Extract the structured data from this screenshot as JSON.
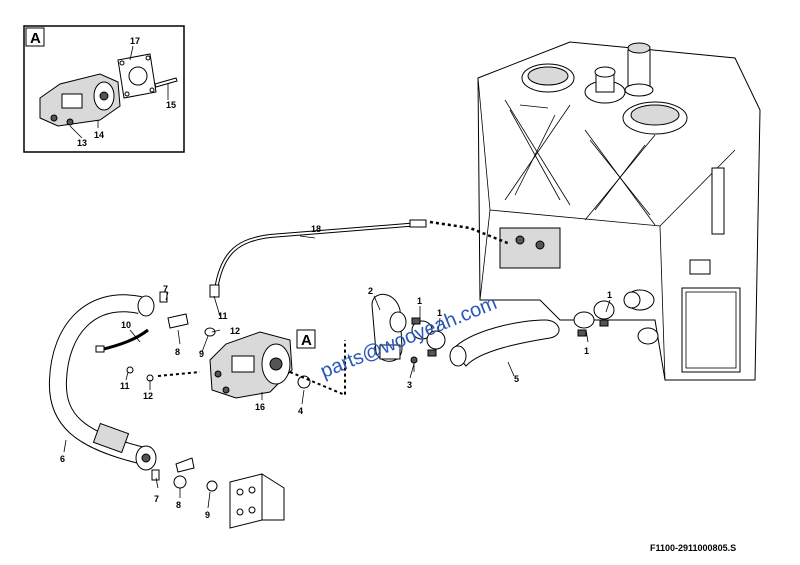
{
  "drawing_ref": "F1100-2911000805.S",
  "watermark": "parts@wooyeah.com",
  "detail_box": {
    "letter": "A"
  },
  "section_marker": {
    "letter": "A"
  },
  "callouts": {
    "c1a": "1",
    "c1b": "1",
    "c1c": "1",
    "c1d": "1",
    "c2": "2",
    "c3": "3",
    "c4": "4",
    "c5": "5",
    "c6": "6",
    "c7a": "7",
    "c7b": "7",
    "c8a": "8",
    "c8b": "8",
    "c9a": "9",
    "c9b": "9",
    "c10": "10",
    "c11a": "11",
    "c11b": "11",
    "c12a": "12",
    "c12b": "12",
    "c13": "13",
    "c14": "14",
    "c15": "15",
    "c16": "16",
    "c17": "17",
    "c18": "18"
  }
}
